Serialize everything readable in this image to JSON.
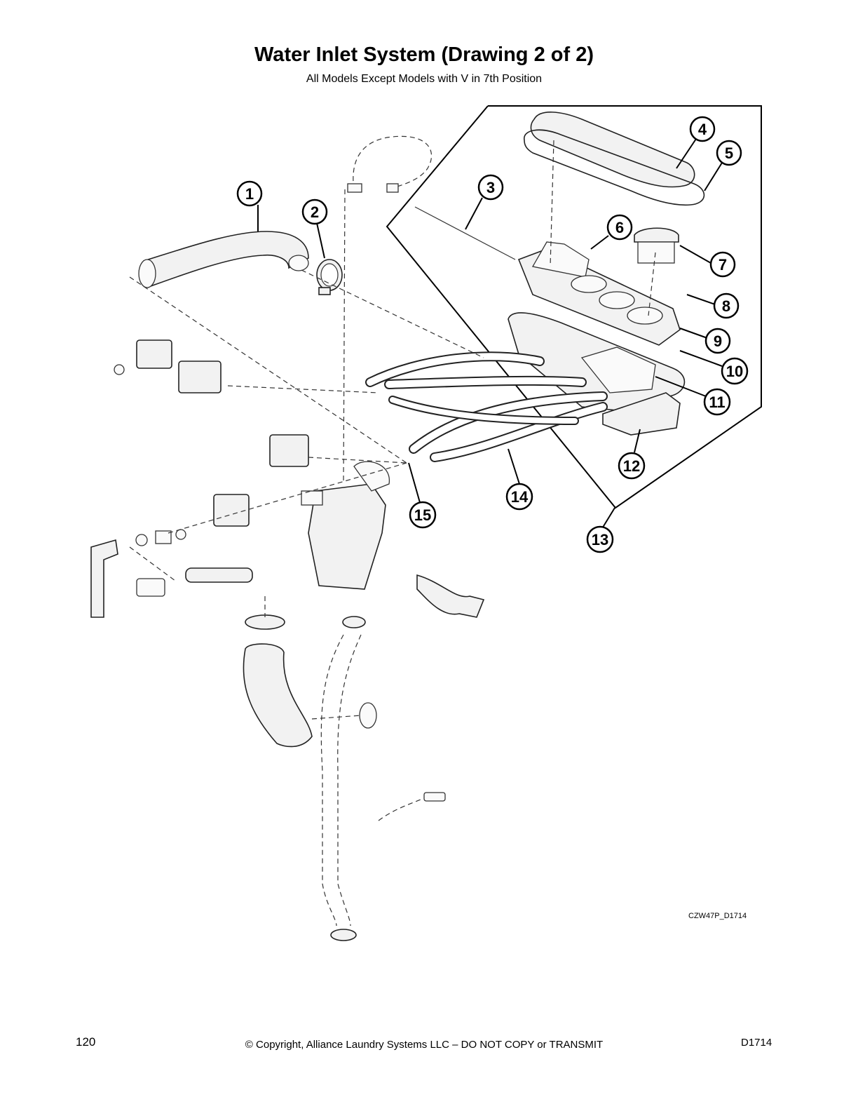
{
  "header": {
    "title": "Water Inlet System (Drawing 2 of 2)",
    "subtitle": "All Models Except Models with V in 7th Position"
  },
  "callouts": [
    "1",
    "2",
    "3",
    "4",
    "5",
    "6",
    "7",
    "8",
    "9",
    "10",
    "11",
    "12",
    "13",
    "14",
    "15"
  ],
  "drawing_id": "CZW47P_D1714",
  "footer": {
    "page_number": "120",
    "copyright": "© Copyright, Alliance Laundry Systems LLC – DO NOT COPY or TRANSMIT",
    "doc_code": "D1714"
  }
}
